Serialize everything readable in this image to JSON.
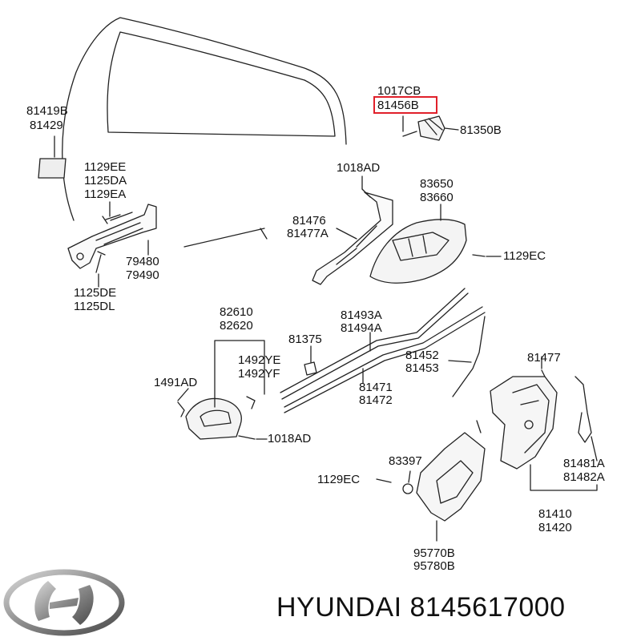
{
  "labels": {
    "l1017CB": "1017CB",
    "l81456B": "81456B",
    "l81350B": "81350B",
    "l81419B": "81419B",
    "l81429": "81429",
    "l1129EE": "1129EE",
    "l1125DA": "1125DA",
    "l1129EA": "1129EA",
    "l79480": "79480",
    "l79490": "79490",
    "l1125DE": "1125DE",
    "l1125DL": "1125DL",
    "l1018AD_top": "1018AD",
    "l83650": "83650",
    "l83660": "83660",
    "l81476": "81476",
    "l81477A": "81477A",
    "l1129EC_right": "1129EC",
    "l82610": "82610",
    "l82620": "82620",
    "l81375": "81375",
    "l81493A": "81493A",
    "l81494A": "81494A",
    "l1492YE": "1492YE",
    "l1492YF": "1492YF",
    "l81452": "81452",
    "l81453": "81453",
    "l81477": "81477",
    "l1491AD": "1491AD",
    "l81471": "81471",
    "l81472": "81472",
    "l1018AD_bottom": "1018AD",
    "l83397": "83397",
    "l1129EC_left": "1129EC",
    "l81481A": "81481A",
    "l81482A": "81482A",
    "l81410": "81410",
    "l81420": "81420",
    "l95770B": "95770B",
    "l95780B": "95780B"
  },
  "highlighted_part": "81456B",
  "highlight_color": "#e0202a",
  "brand": {
    "name": "HYUNDAI 8145617000",
    "logo_icon": "hyundai-logo-icon"
  }
}
